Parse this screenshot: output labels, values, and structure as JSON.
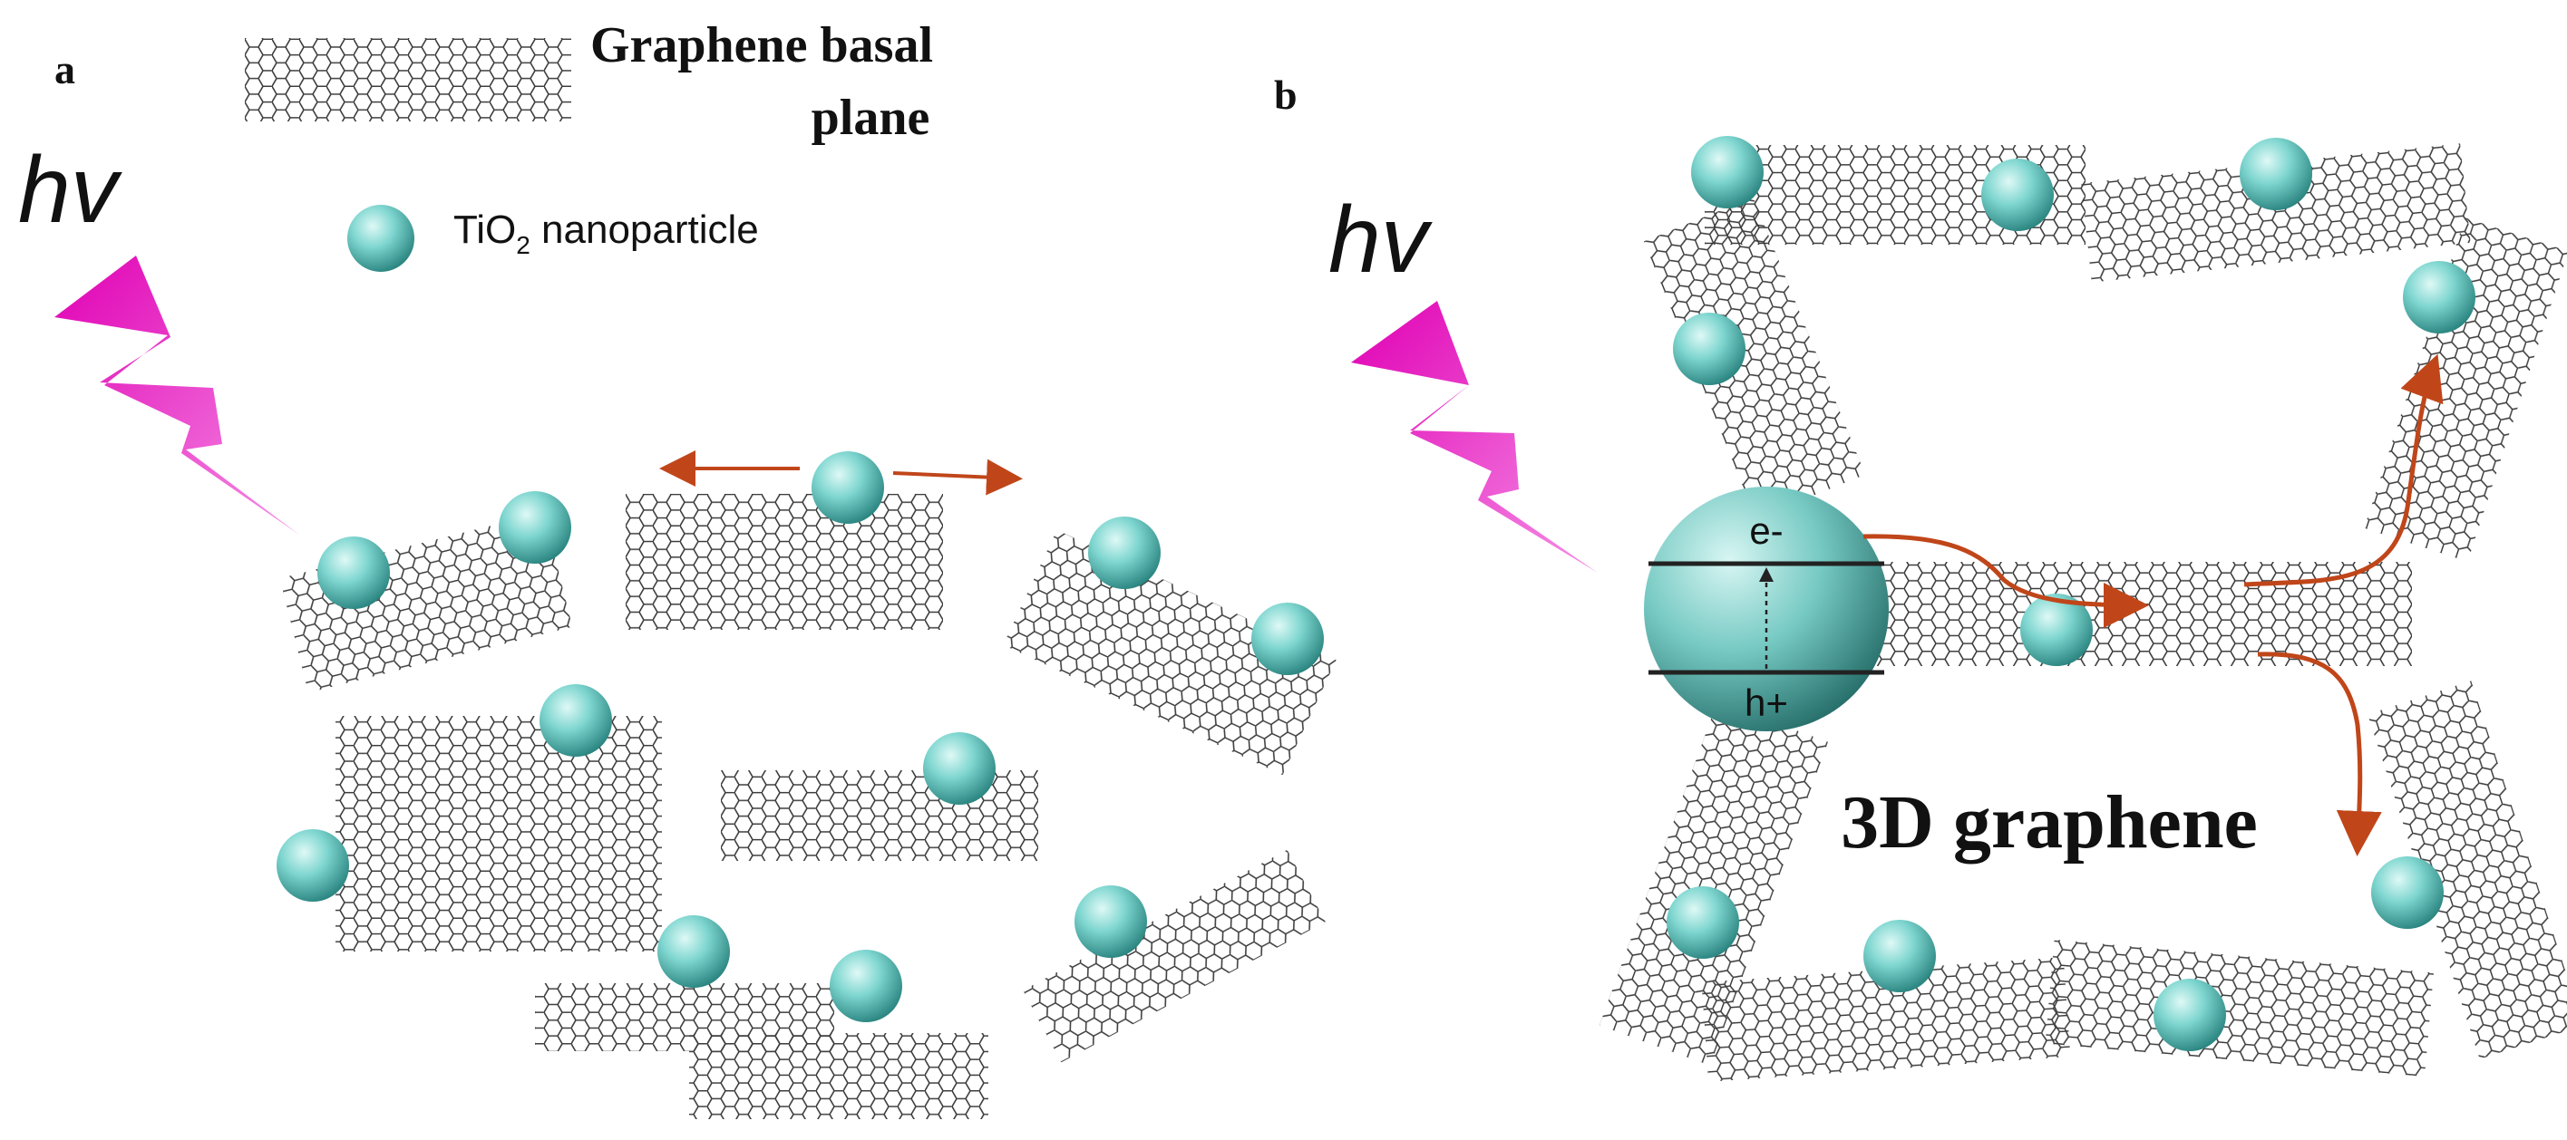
{
  "panel_a": {
    "label": "a",
    "legend_sheet_line1": "Graphene basal",
    "legend_sheet_line2": "plane",
    "legend_particle_text": "TiO",
    "legend_particle_sub": "2",
    "legend_particle_suffix": " nanoparticle",
    "light_symbol": "hv"
  },
  "panel_b": {
    "label": "b",
    "light_symbol": "hv",
    "electron": "e-",
    "hole": "h+",
    "caption": "3D graphene"
  },
  "colors": {
    "particle_light": "#c9f3f0",
    "particle_mid": "#6fcfc9",
    "particle_dark": "#2f8f8a",
    "lightning_top": "#e200b8",
    "lightning_bottom": "#f07ce0",
    "arrow": "#c0461a",
    "sheet_stroke": "#444444"
  }
}
